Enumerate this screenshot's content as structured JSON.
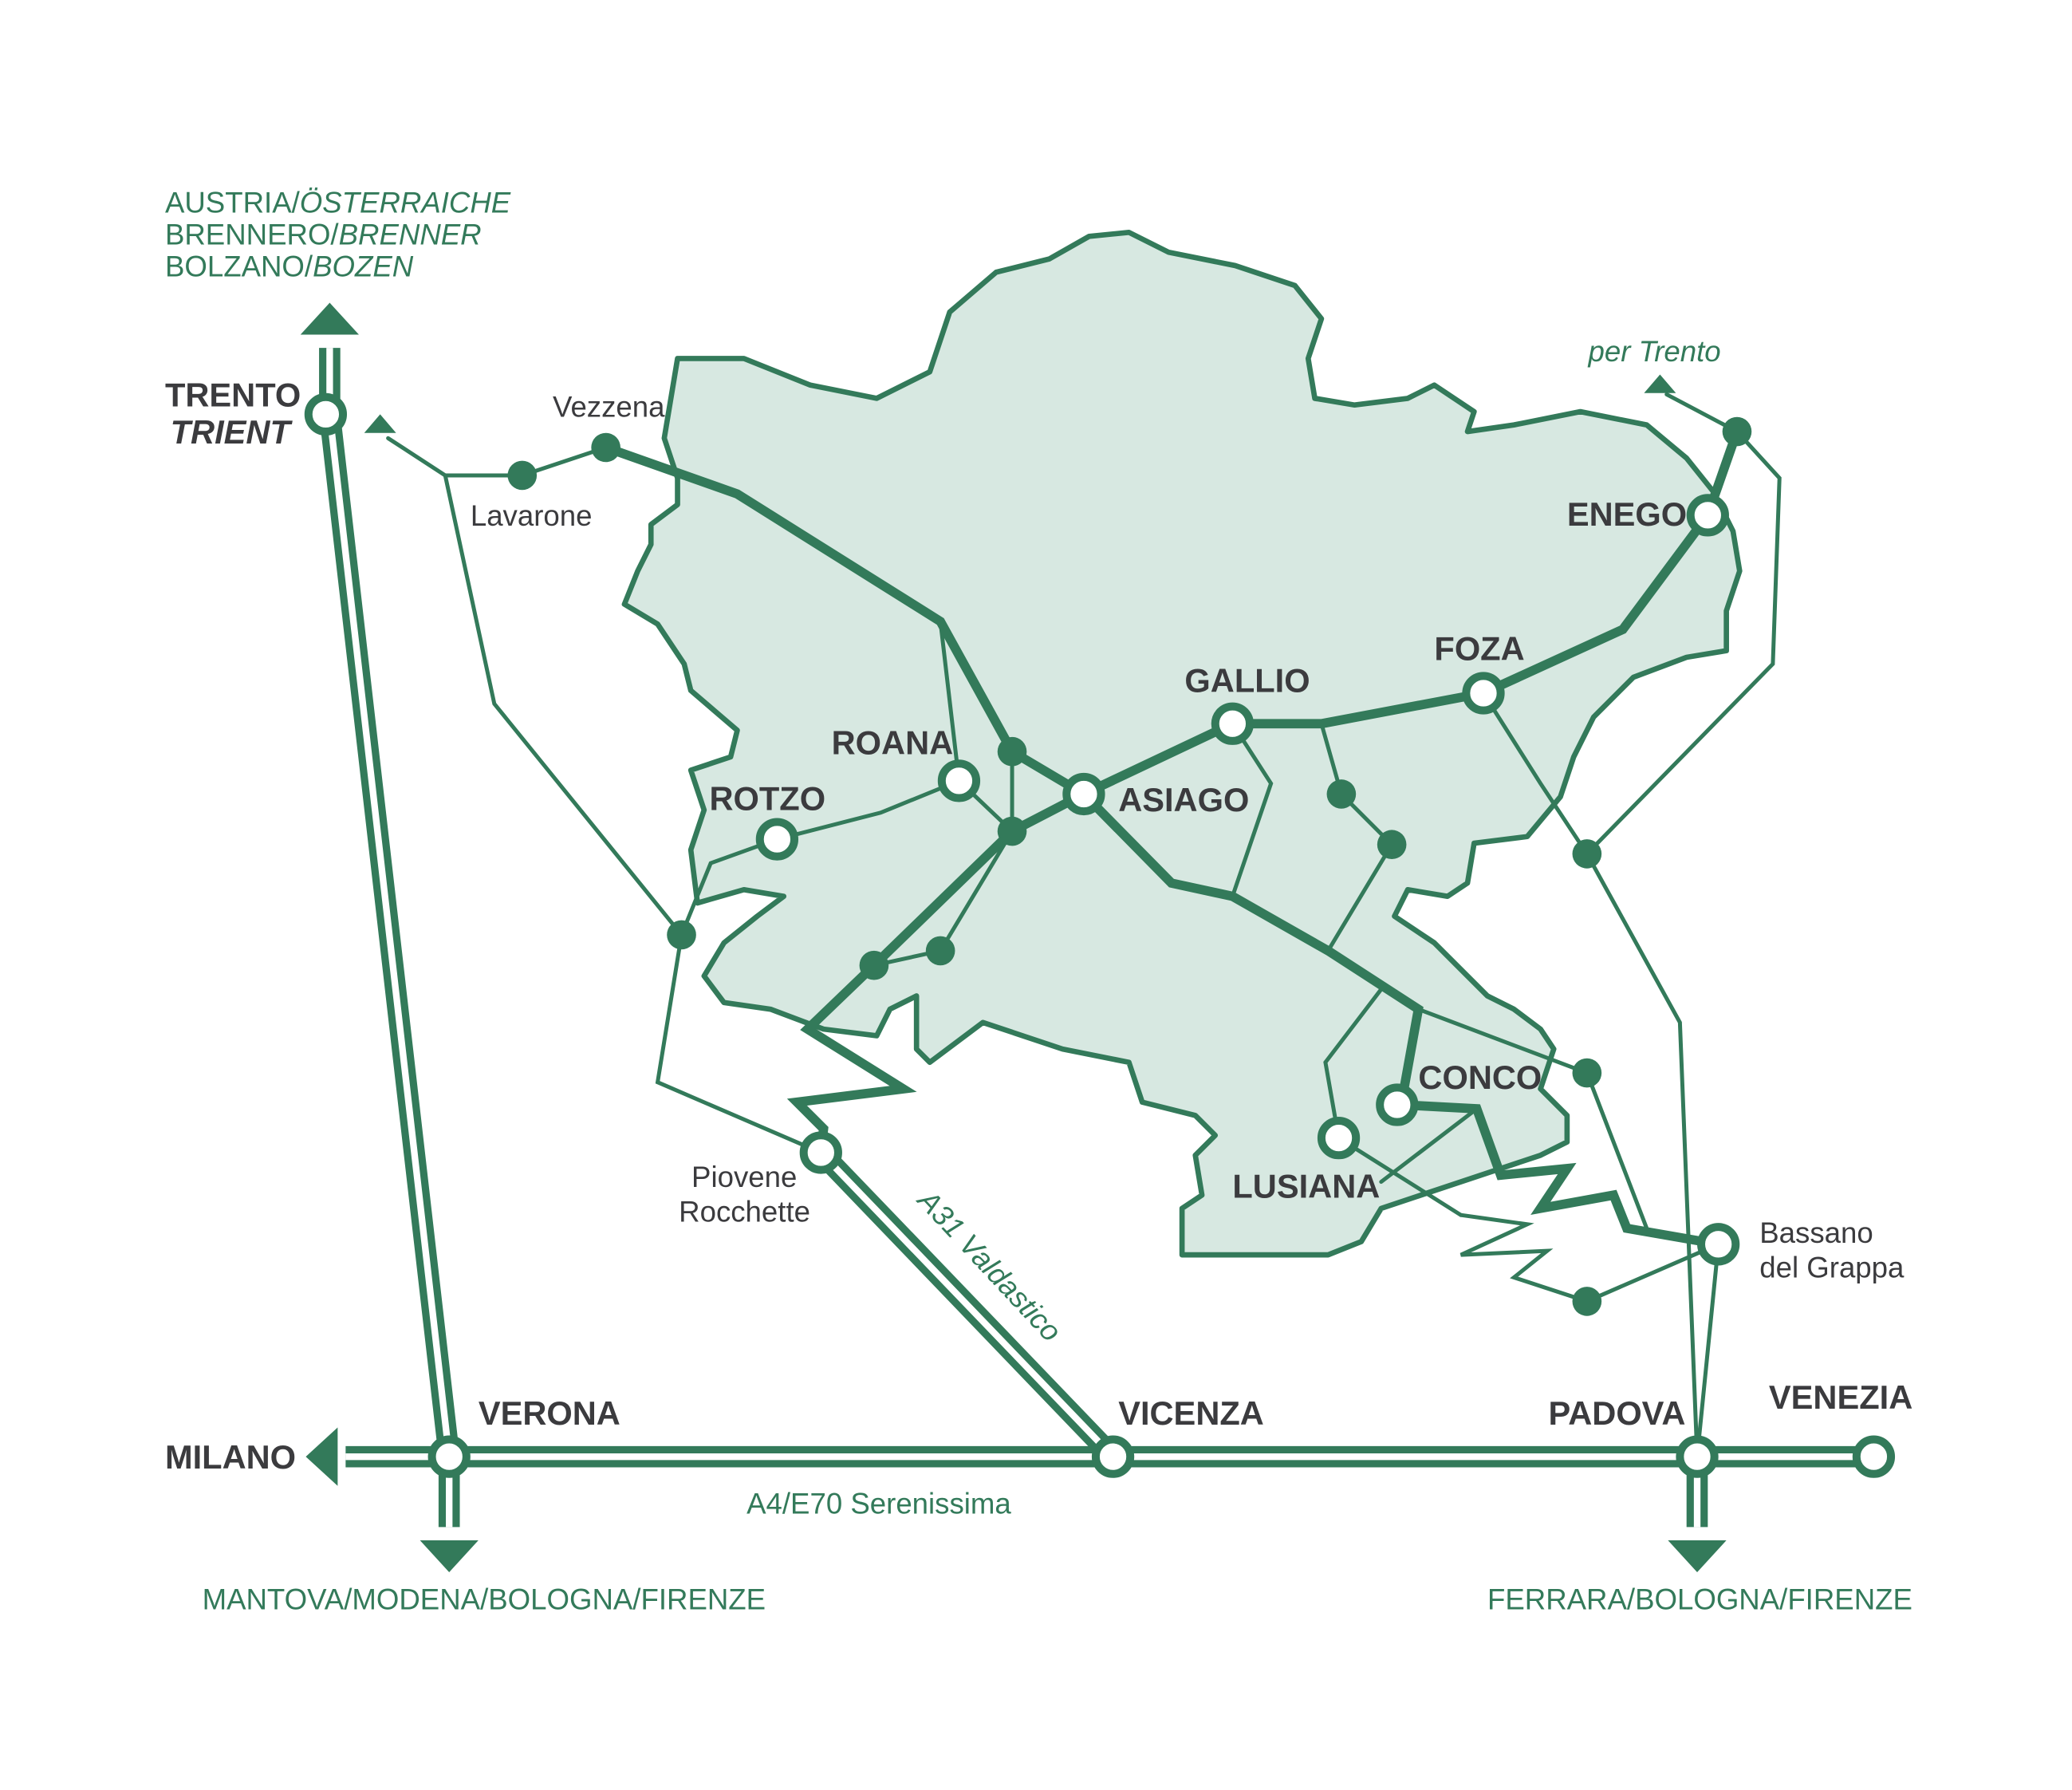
{
  "colors": {
    "road": "#337a5a",
    "plateau": "#d7e8e1",
    "label": "#3b3b3e"
  },
  "destinations": {
    "north": [
      {
        "a": "AUSTRIA/",
        "b": "ÖSTERRAICHE"
      },
      {
        "a": "BRENNERO/",
        "b": "BRENNER"
      },
      {
        "a": "BOLZANO/",
        "b": "BOZEN"
      }
    ],
    "southwest": "MANTOVA/MODENA/BOLOGNA/FIRENZE",
    "southeast": "FERRARA/BOLOGNA/FIRENZE",
    "per_trento": "per Trento"
  },
  "cities": {
    "trento": "TRENTO",
    "trient": "TRIENT",
    "milano": "MILANO",
    "verona": "VERONA",
    "vicenza": "VICENZA",
    "padova": "PADOVA",
    "venezia": "VENEZIA",
    "asiago": "ASIAGO",
    "gallio": "GALLIO",
    "foza": "FOZA",
    "enego": "ENEGO",
    "roana": "ROANA",
    "rotzo": "ROTZO",
    "conco": "CONCO",
    "lusiana": "LUSIANA"
  },
  "towns": {
    "vezzena": "Vezzena",
    "lavarone": "Lavarone",
    "piovene_1": "Piovene",
    "piovene_2": "Rocchette",
    "bassano_1": "Bassano",
    "bassano_2": "del Grappa"
  },
  "highways": {
    "a4": "A4/E70 Serenissima",
    "a31": "A31 Valdastico"
  }
}
